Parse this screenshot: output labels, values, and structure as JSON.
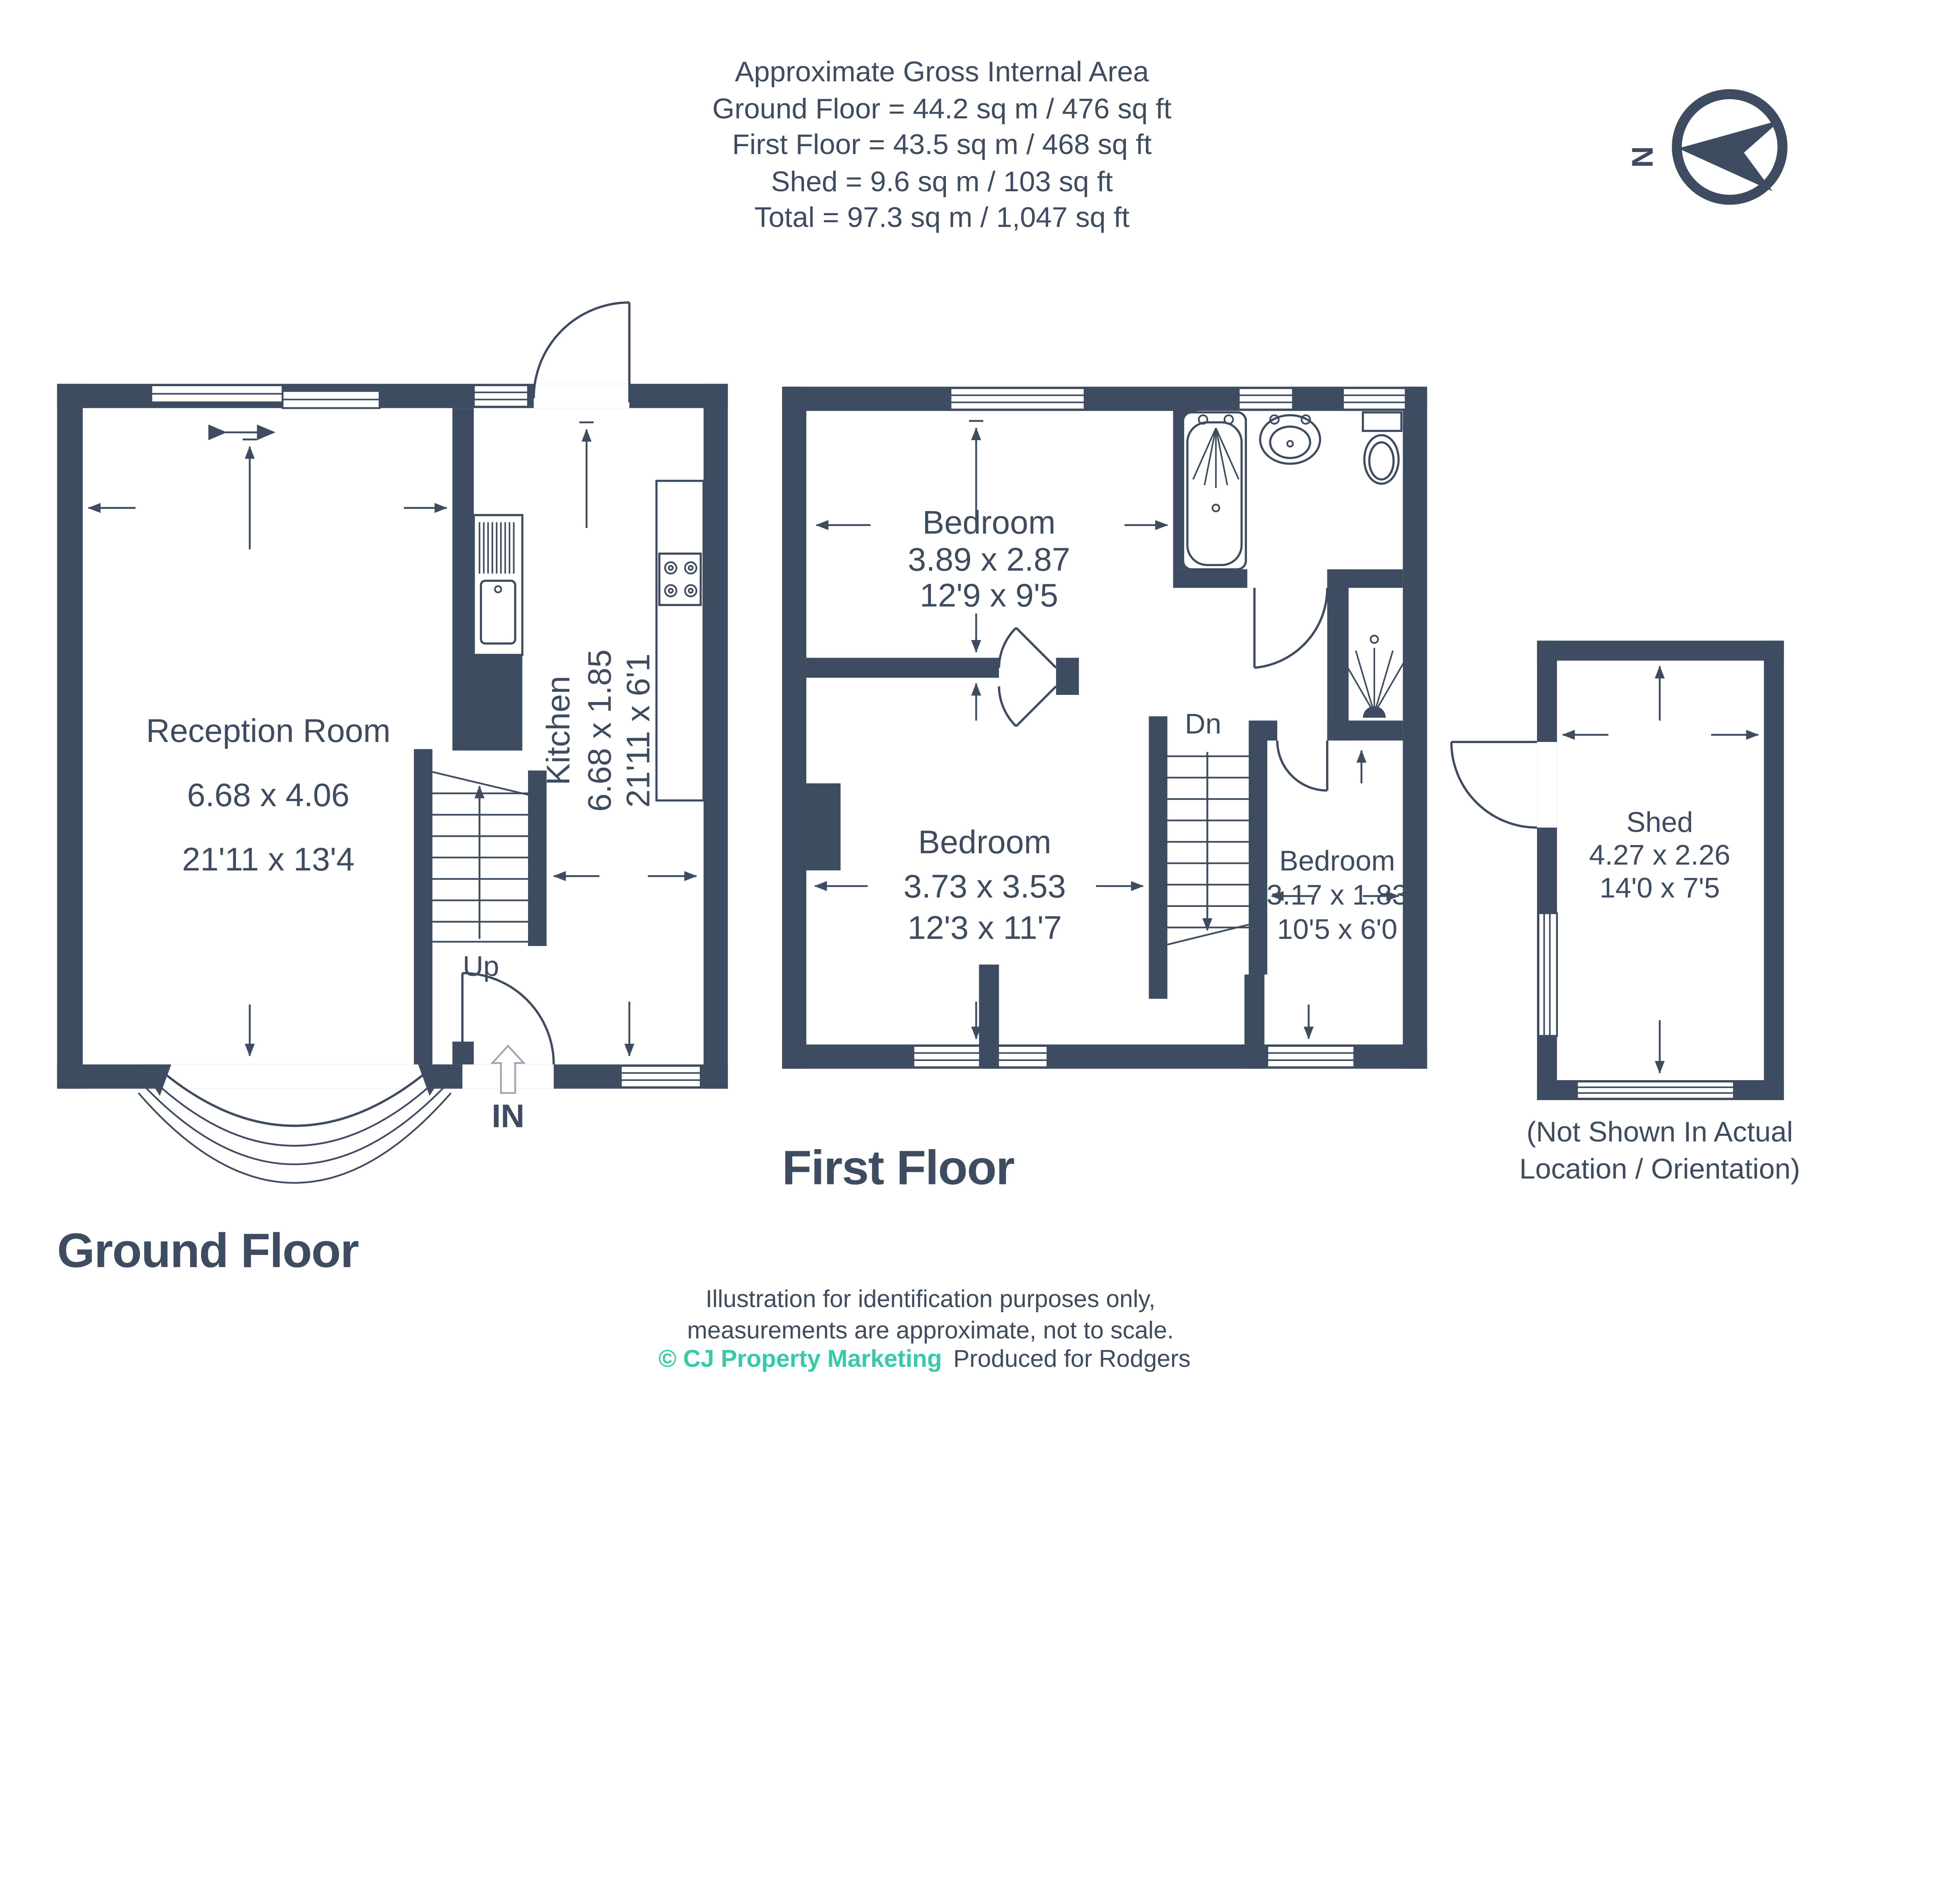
{
  "colors": {
    "ink": "#3e4c62",
    "teal": "#35cba6",
    "bg": "#ffffff"
  },
  "header": {
    "title": "Approximate Gross Internal Area",
    "lines": [
      "Ground Floor = 44.2 sq m / 476 sq ft",
      "First Floor = 43.5 sq m / 468 sq ft",
      "Shed = 9.6 sq m / 103 sq ft",
      "Total = 97.3 sq m / 1,047 sq ft"
    ]
  },
  "compass": {
    "label": "N"
  },
  "ground_floor": {
    "label": "Ground Floor",
    "reception": {
      "name": "Reception Room",
      "metric": "6.68 x 4.06",
      "imperial": "21'11 x 13'4"
    },
    "kitchen": {
      "name": "Kitchen",
      "metric": "6.68 x 1.85",
      "imperial": "21'11 x 6'1"
    },
    "stairs_label": "Up",
    "entrance_label": "IN"
  },
  "first_floor": {
    "label": "First Floor",
    "bedroom1": {
      "name": "Bedroom",
      "metric": "3.89 x 2.87",
      "imperial": "12'9 x 9'5"
    },
    "bedroom2": {
      "name": "Bedroom",
      "metric": "3.73 x 3.53",
      "imperial": "12'3 x 11'7"
    },
    "bedroom3": {
      "name": "Bedroom",
      "metric": "3.17 x 1.83",
      "imperial": "10'5 x 6'0"
    },
    "stairs_label": "Dn"
  },
  "shed": {
    "name": "Shed",
    "metric": "4.27 x 2.26",
    "imperial": "14'0 x 7'5",
    "note_line1": "(Not Shown In Actual",
    "note_line2": "Location / Orientation)"
  },
  "footer": {
    "line1": "Illustration for identification purposes only,",
    "line2": "measurements are approximate, not to scale.",
    "credit": "© CJ Property Marketing",
    "produced": "Produced for Rodgers"
  }
}
